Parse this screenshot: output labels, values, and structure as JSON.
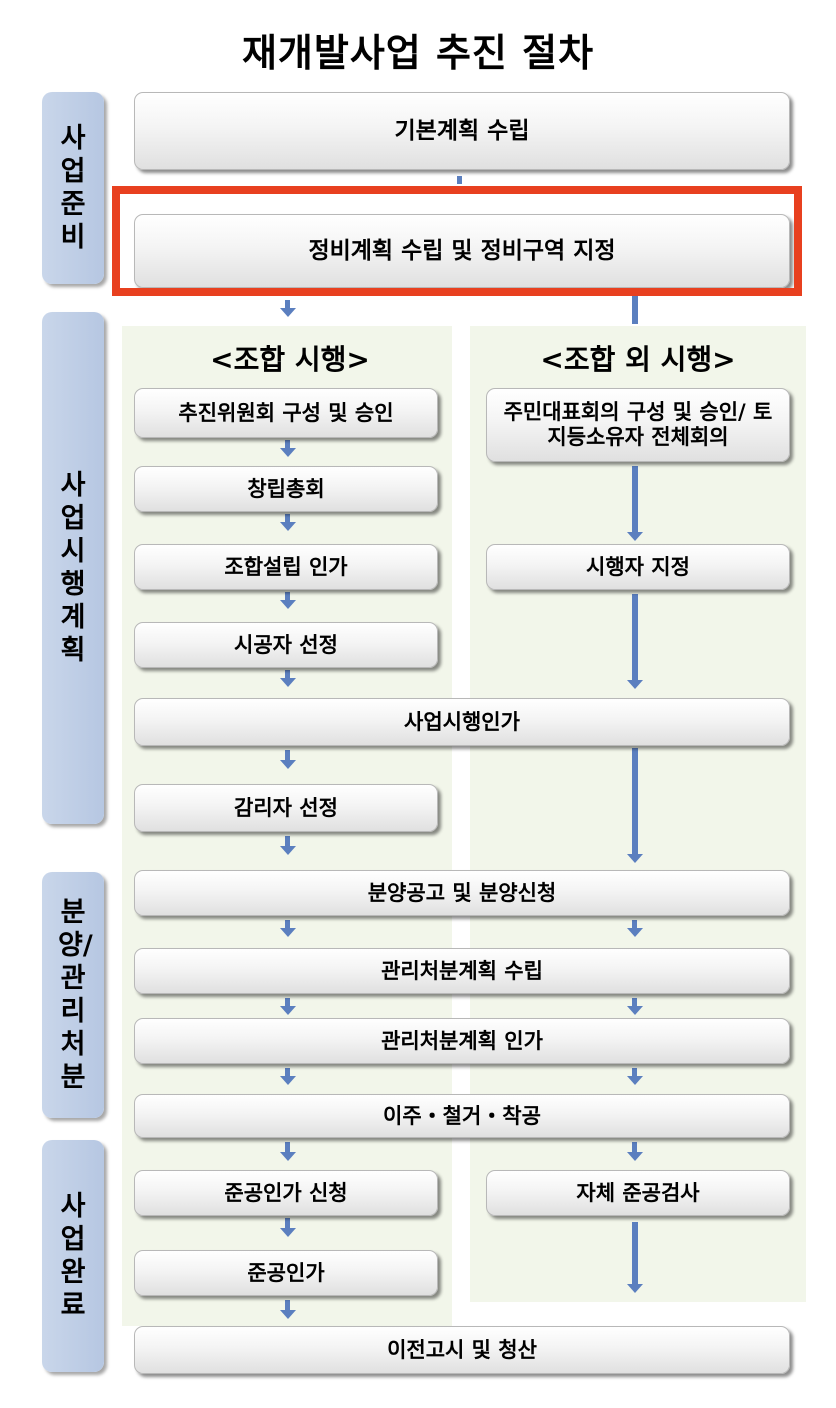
{
  "title": "재개발사업 추진 절차",
  "stages": [
    "사업준비",
    "사업시행계획",
    "분양/관리처분",
    "사업완료"
  ],
  "headers": {
    "left": "<조합 시행>",
    "right": "<조합 외 시행>"
  },
  "steps": {
    "basic_plan": "기본계획 수립",
    "zone_designation": "정비계획 수립 및 정비구역 지정",
    "committee": "추진위원회 구성 및 승인",
    "founding_meeting": "창립총회",
    "union_approval": "조합설립 인가",
    "contractor": "시공자 선정",
    "residents_council": "주민대표회의 구성 및 승인/ 토지등소유자 전체회의",
    "operator": "시행자 지정",
    "implementation_approval": "사업시행인가",
    "supervisor": "감리자 선정",
    "sale_notice": "분양공고 및 분양신청",
    "disposal_plan": "관리처분계획 수립",
    "disposal_approval": "관리처분계획 인가",
    "relocation": "이주・철거・착공",
    "completion_request": "준공인가 신청",
    "self_inspection": "자체 준공검사",
    "completion_approval": "준공인가",
    "transfer": "이전고시 및 청산"
  },
  "colors": {
    "highlight": "#e8401f",
    "arrow": "#5b7fbf",
    "stage": "#c2d1e8",
    "panel": "#f2f6ea"
  }
}
